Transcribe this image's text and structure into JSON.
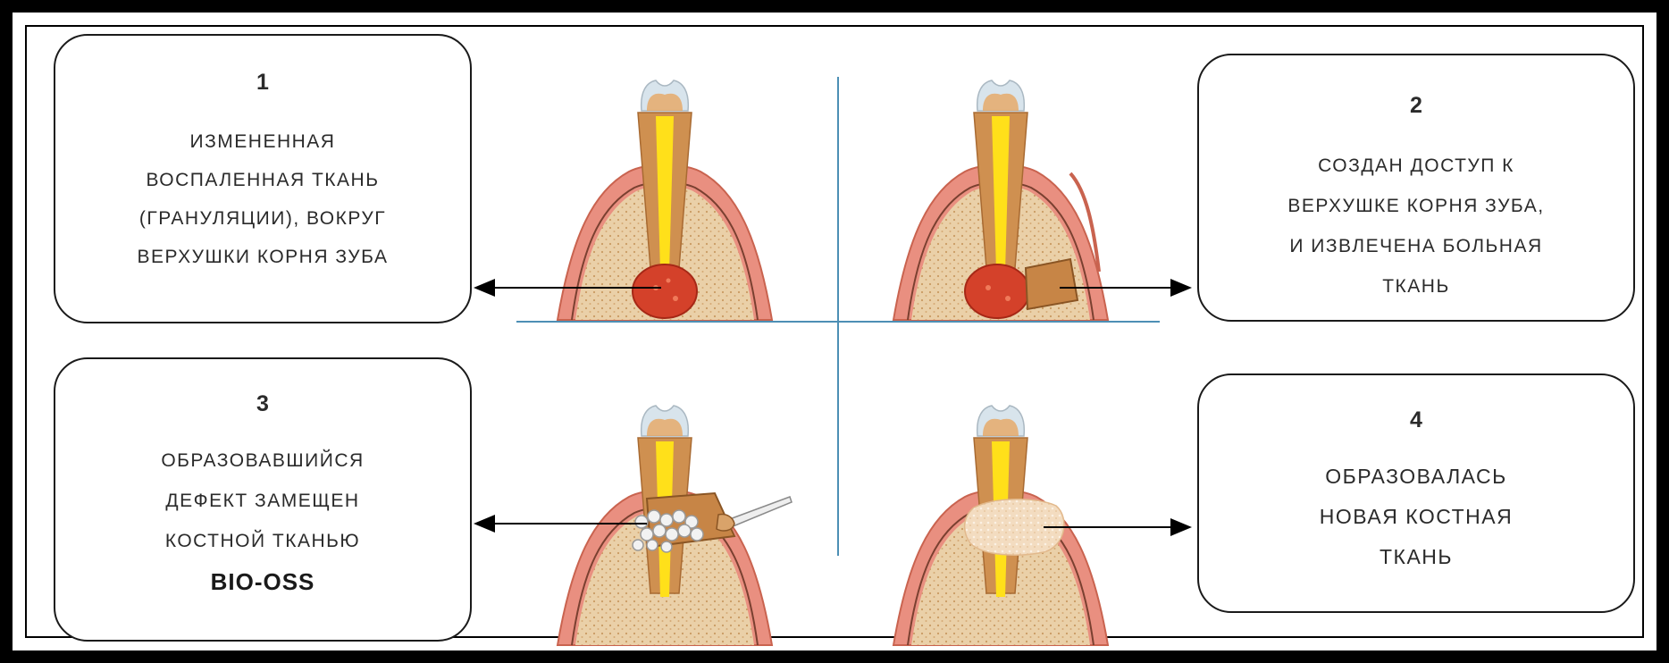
{
  "steps": [
    {
      "number": "1",
      "text": "ИЗМЕНЕННАЯ\nВОСПАЛЕННАЯ ТКАНЬ\n(ГРАНУЛЯЦИИ), ВОКРУГ\nВЕРХУШКИ КОРНЯ ЗУБА",
      "extra": ""
    },
    {
      "number": "2",
      "text": "СОЗДАН ДОСТУП К\nВЕРХУШКЕ КОРНЯ ЗУБА,\nИ ИЗВЛЕЧЕНА БОЛЬНАЯ\nТКАНЬ",
      "extra": ""
    },
    {
      "number": "3",
      "text": "ОБРАЗОВАВШИЙСЯ\nДЕФЕКТ ЗАМЕЩЕН\nКОСТНОЙ ТКАНЬЮ",
      "extra": "BIO-OSS"
    },
    {
      "number": "4",
      "text": "ОБРАЗОВАЛАСЬ\nНОВАЯ КОСТНАЯ\nТКАНЬ",
      "extra": ""
    }
  ],
  "colors": {
    "gum": "#e98f80",
    "gum_edge": "#c9634f",
    "bone": "#ead0a8",
    "bone_dots": "#c99a62",
    "root": "#cf9050",
    "pulp": "#ffe01a",
    "enamel": "#d8e4ec",
    "granuloma": "#d4412a",
    "graft": "#f2f2f2",
    "divider": "#4d8fb5",
    "arrow": "#000000"
  }
}
